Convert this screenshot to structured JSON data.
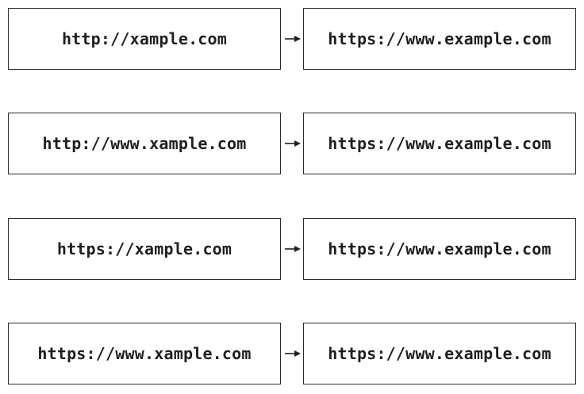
{
  "redirects": [
    {
      "from": "http://xample.com",
      "to": "https://www.example.com"
    },
    {
      "from": "http://www.xample.com",
      "to": "https://www.example.com"
    },
    {
      "from": "https://xample.com",
      "to": "https://www.example.com"
    },
    {
      "from": "https://www.xample.com",
      "to": "https://www.example.com"
    }
  ],
  "colors": {
    "border": "#2b2b2b",
    "text": "#1f1f1f",
    "arrow": "#1f1f1f",
    "background": "#ffffff"
  },
  "icons": {
    "connector": "arrow-right-icon"
  }
}
